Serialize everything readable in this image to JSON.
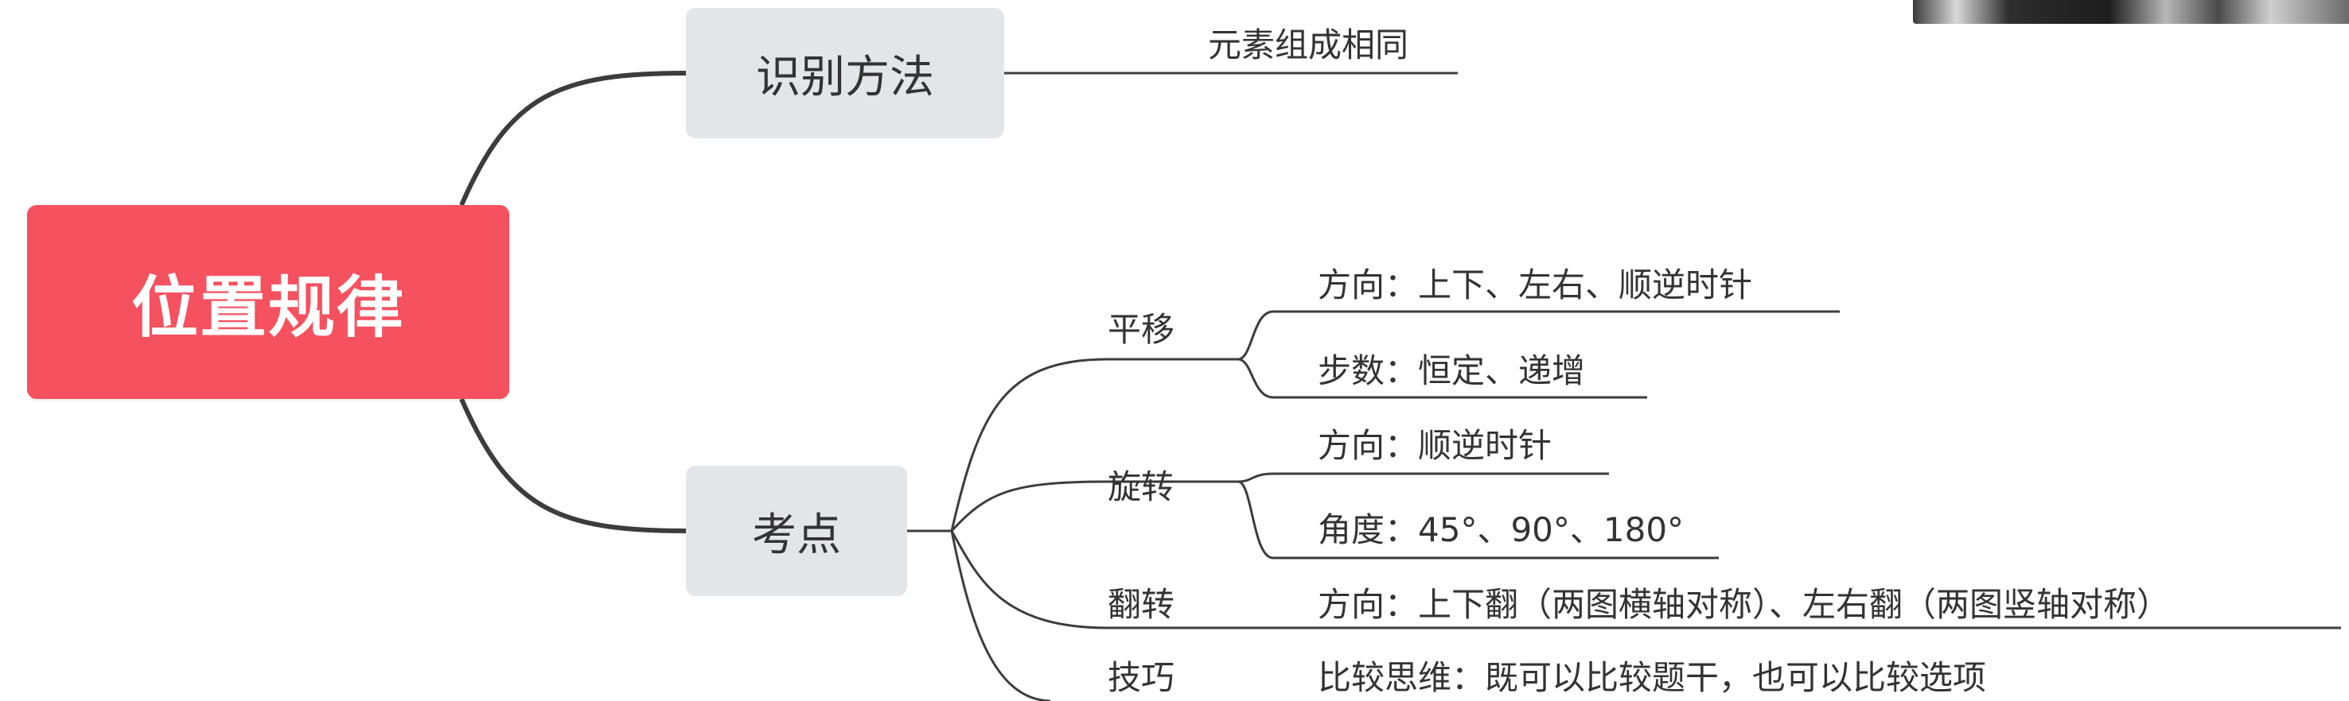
{
  "root": {
    "label": "位置规律"
  },
  "branches": {
    "method": {
      "label": "识别方法",
      "detail": "元素组成相同"
    },
    "points": {
      "label": "考点",
      "children": [
        {
          "label": "平移",
          "details": [
            "方向：上下、左右、顺逆时针",
            "步数：恒定、递增"
          ]
        },
        {
          "label": "旋转",
          "details": [
            "方向：顺逆时针",
            "角度：45°、90°、180°"
          ]
        },
        {
          "label": "翻转",
          "details": [
            "方向：上下翻（两图横轴对称）、左右翻（两图竖轴对称）"
          ]
        },
        {
          "label": "技巧",
          "details": [
            "比较思维：既可以比较题干，也可以比较选项"
          ]
        }
      ]
    }
  },
  "colors": {
    "root_fill": "#f5515f",
    "topic_fill": "#e2e6e9",
    "connector": "#3c3c3c",
    "annotation": "#e0241b"
  }
}
